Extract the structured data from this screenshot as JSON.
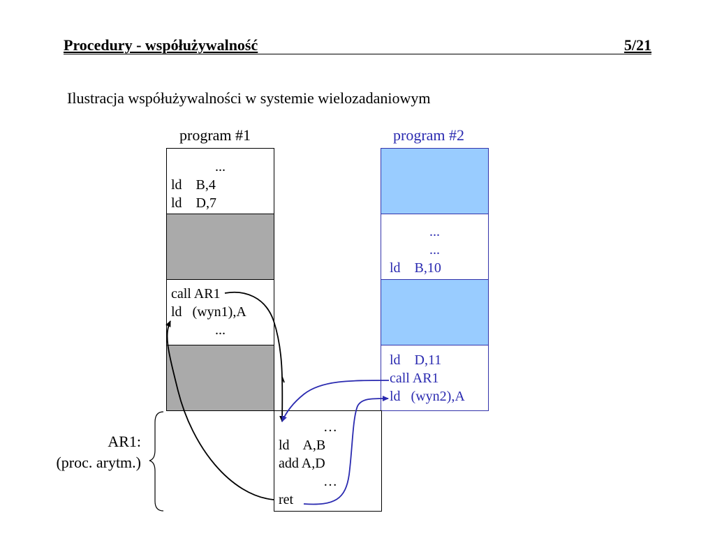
{
  "header": {
    "title": "Procedury - współużywalność",
    "page": "5/21"
  },
  "subtitle": "Ilustracja współużywalności w systemie wielozadaniowym",
  "colors": {
    "blue_text": "#2a2ab0",
    "light_blue_fill": "#99ccff",
    "gray_fill": "#aaaaaa"
  },
  "program1": {
    "title": "program #1",
    "block1": [
      "...",
      "ld    B,4",
      "ld    D,7"
    ],
    "block3": [
      "call AR1",
      "ld   (wyn1),A",
      "..."
    ]
  },
  "program2": {
    "title": "program #2",
    "block2": [
      "...",
      "...",
      "ld    B,10"
    ],
    "block4": [
      "ld    D,11",
      "call AR1",
      "ld   (wyn2),A"
    ]
  },
  "ar1": {
    "label_line1": "AR1:",
    "label_line2": "(proc. arytm.)",
    "code": [
      "…",
      "ld    A,B",
      "add A,D",
      "…",
      "ret"
    ]
  }
}
